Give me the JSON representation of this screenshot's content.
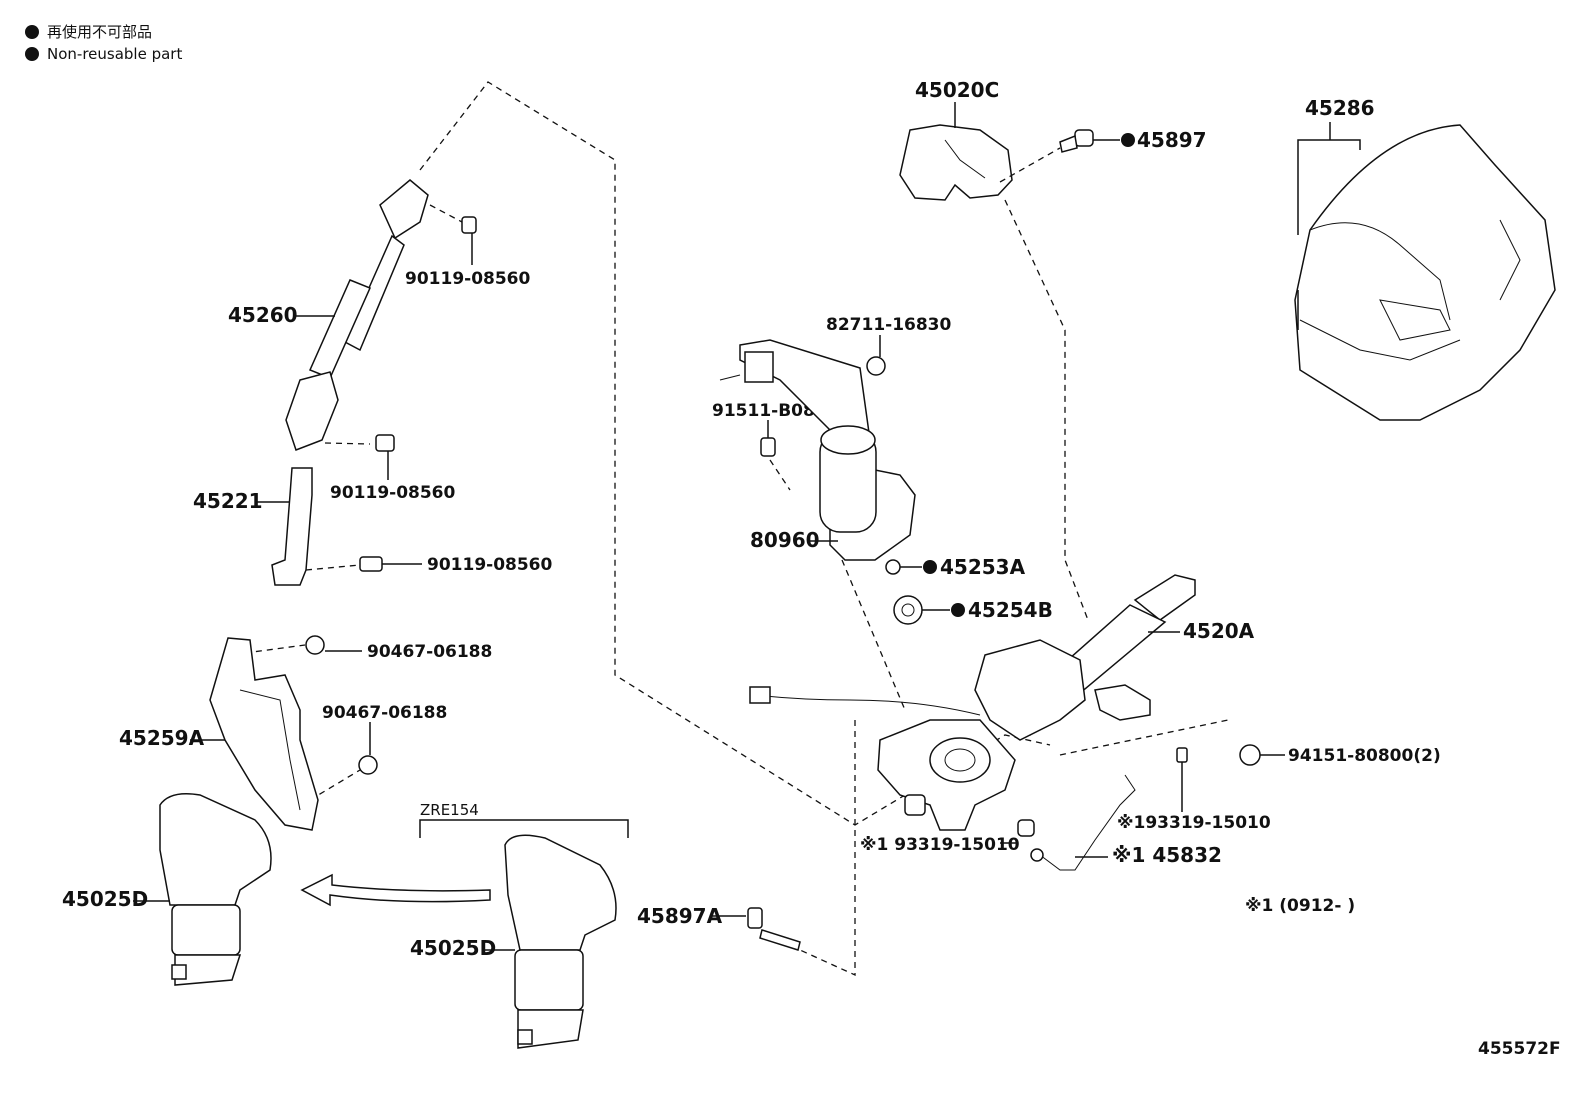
{
  "legend": {
    "line1": "再使用不可部品",
    "line2": "Non-reusable part"
  },
  "parts": {
    "p45260": "45260",
    "p45221": "45221",
    "p90119_a": "90119-08560",
    "p90119_b": "90119-08560",
    "p90119_c": "90119-08560",
    "p90467_a": "90467-06188",
    "p90467_b": "90467-06188",
    "p45259A": "45259A",
    "p45025D_left": "45025D",
    "p45025D_right": "45025D",
    "zre": "ZRE154",
    "p45897A": "45897A",
    "p45020C": "45020C",
    "p45897": "45897",
    "p82711": "82711-16830",
    "p91511": "91511-B0825(2)",
    "p80960": "80960",
    "p45253A": "45253A",
    "p45254B": "45254B",
    "p4520A": "4520A",
    "p94151": "94151-80800(2)",
    "p93319_right": "※193319-15010",
    "p93319_left": "※1 93319-15010",
    "p45832": "※1 45832",
    "note": "※1 (0912-      )",
    "p45286": "45286",
    "diagram_id": "455572F"
  }
}
